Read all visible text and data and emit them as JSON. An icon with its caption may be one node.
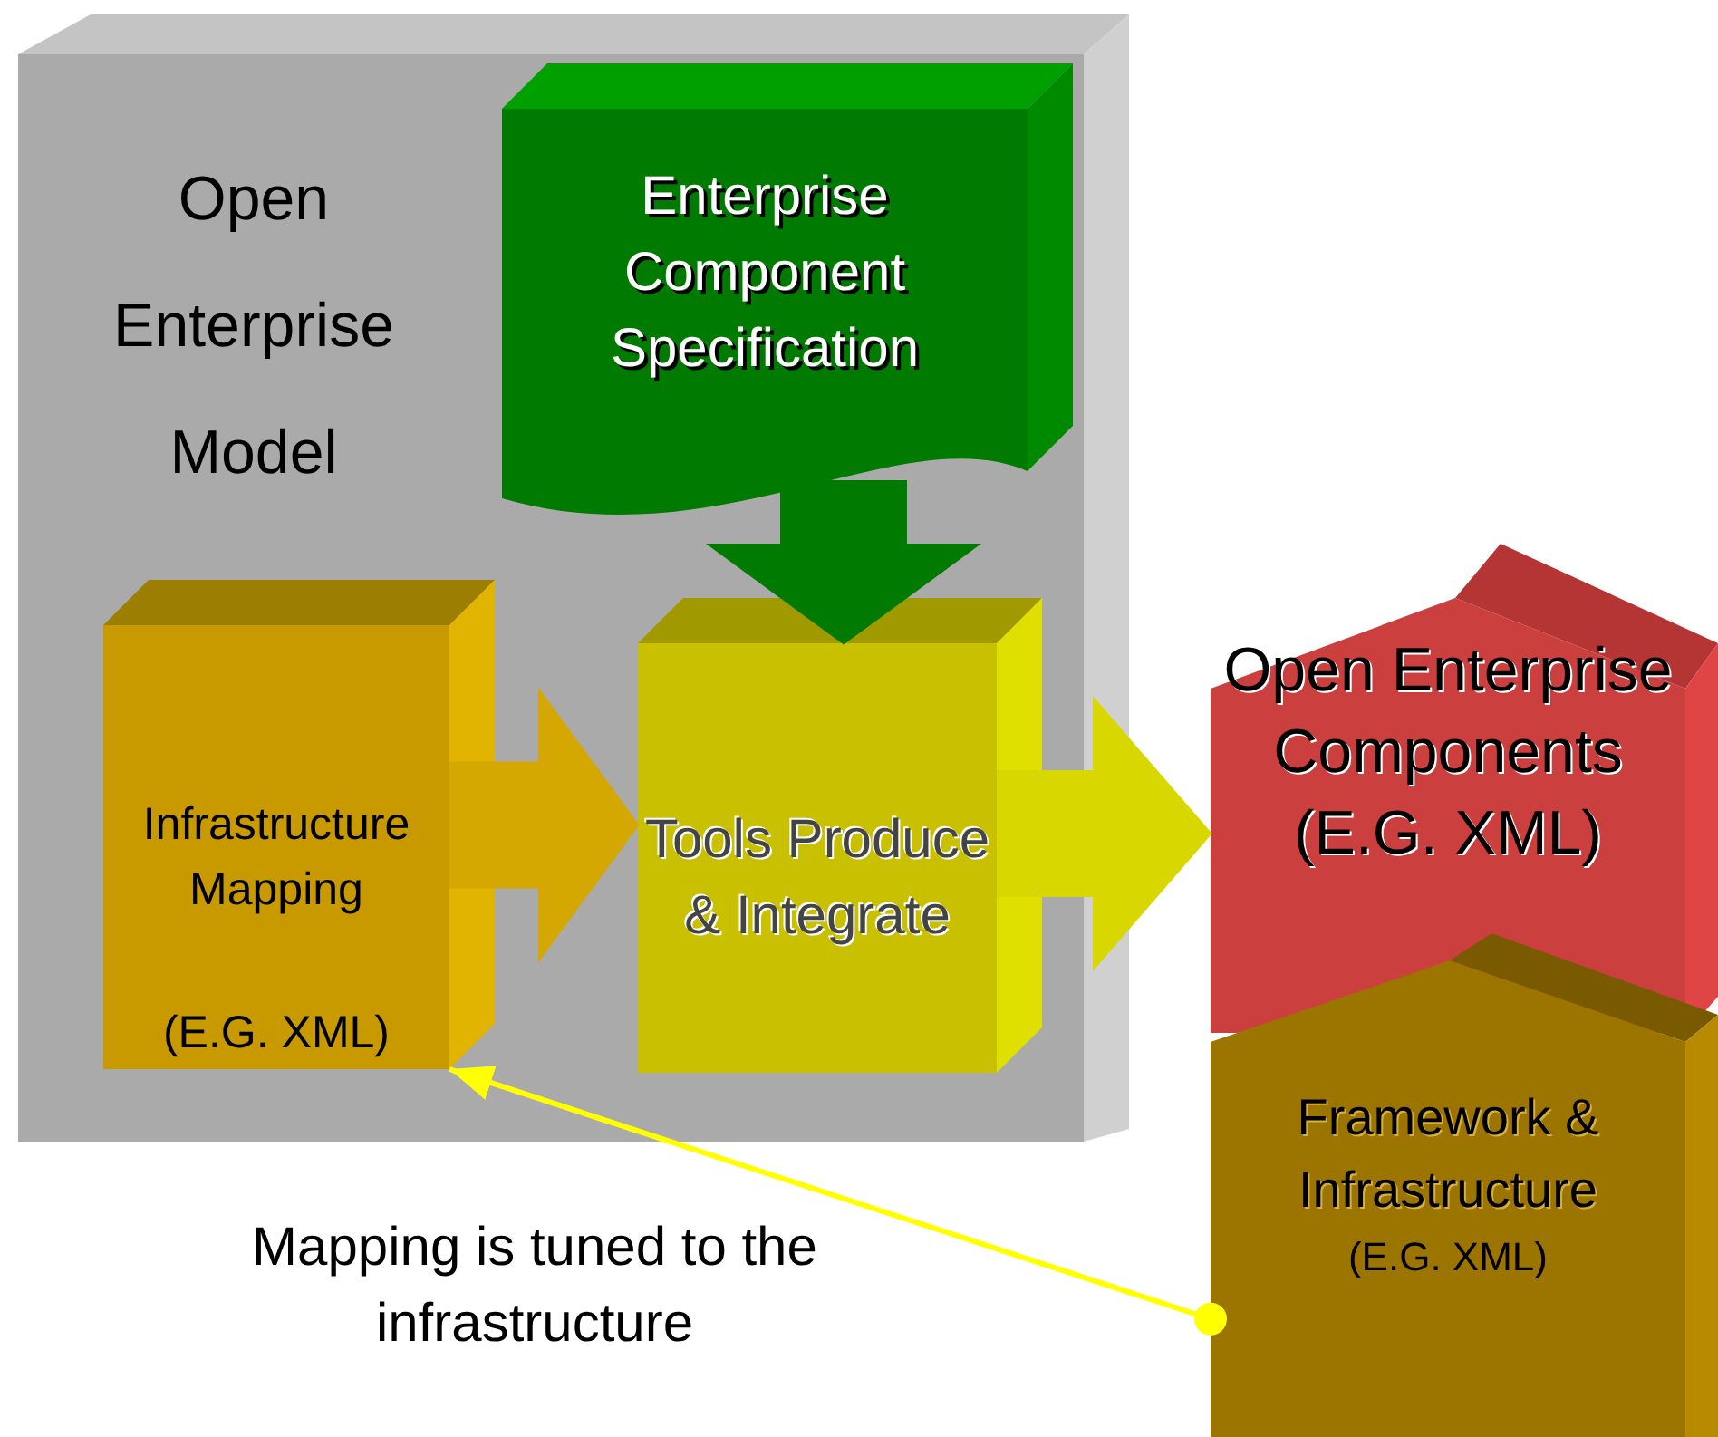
{
  "diagram": {
    "nodes": [
      {
        "text": [
          "Open Enterprise Model"
        ]
      },
      {
        "text": [
          "Enterprise Component Specification"
        ],
        "in": 0
      },
      {
        "text": [
          "Infrastructure Mapping",
          "(E.G. XML)"
        ],
        "in": 0
      },
      {
        "text": [
          "Tools Produce & Integrate"
        ],
        "in": 0
      },
      {
        "text": [
          "Open Enterprise Components (E.G. XML)"
        ]
      },
      {
        "text": [
          "Framework & Infrastructure",
          "(E.G. XML)"
        ]
      }
    ],
    "edges": [
      {
        "from": 1,
        "to": 3,
        "arrow": "to",
        "color": "#007a00"
      },
      {
        "from": 2,
        "to": 3,
        "arrow": "to",
        "color": "#d4a800"
      },
      {
        "from": 3,
        "to": 4,
        "arrow": "to",
        "color": "#d8d800"
      },
      {
        "from": 5,
        "to": 2,
        "arrow": "to",
        "label": "Mapping is tuned to the infrastructure",
        "color": "#ffff00"
      }
    ]
  }
}
